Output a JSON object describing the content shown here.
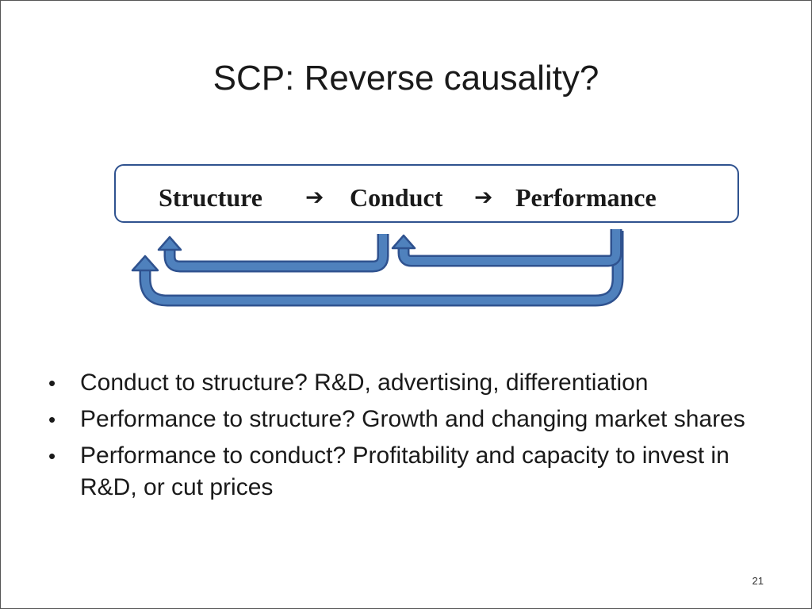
{
  "slide": {
    "title": "SCP: Reverse causality?",
    "diagram": {
      "nodes": [
        "Structure",
        "Conduct",
        "Performance"
      ],
      "arrow_glyph": "➔",
      "box_color": "#2f528f",
      "feedback_arrow_fill": "#4f81bd",
      "feedback_arrow_stroke": "#2f528f",
      "feedback_links": [
        {
          "from": "Conduct",
          "to": "Structure"
        },
        {
          "from": "Performance",
          "to": "Conduct"
        },
        {
          "from": "Performance",
          "to": "Structure"
        }
      ]
    },
    "bullets": [
      {
        "text": "Conduct to structure?  R&D, advertising, differentiation"
      },
      {
        "text": "Performance to structure? Growth and changing market shares"
      },
      {
        "text": "Performance to conduct? Profitability and capacity to invest in R&D, or cut prices"
      }
    ],
    "bullet_glyph": "•",
    "page_number": "21"
  }
}
